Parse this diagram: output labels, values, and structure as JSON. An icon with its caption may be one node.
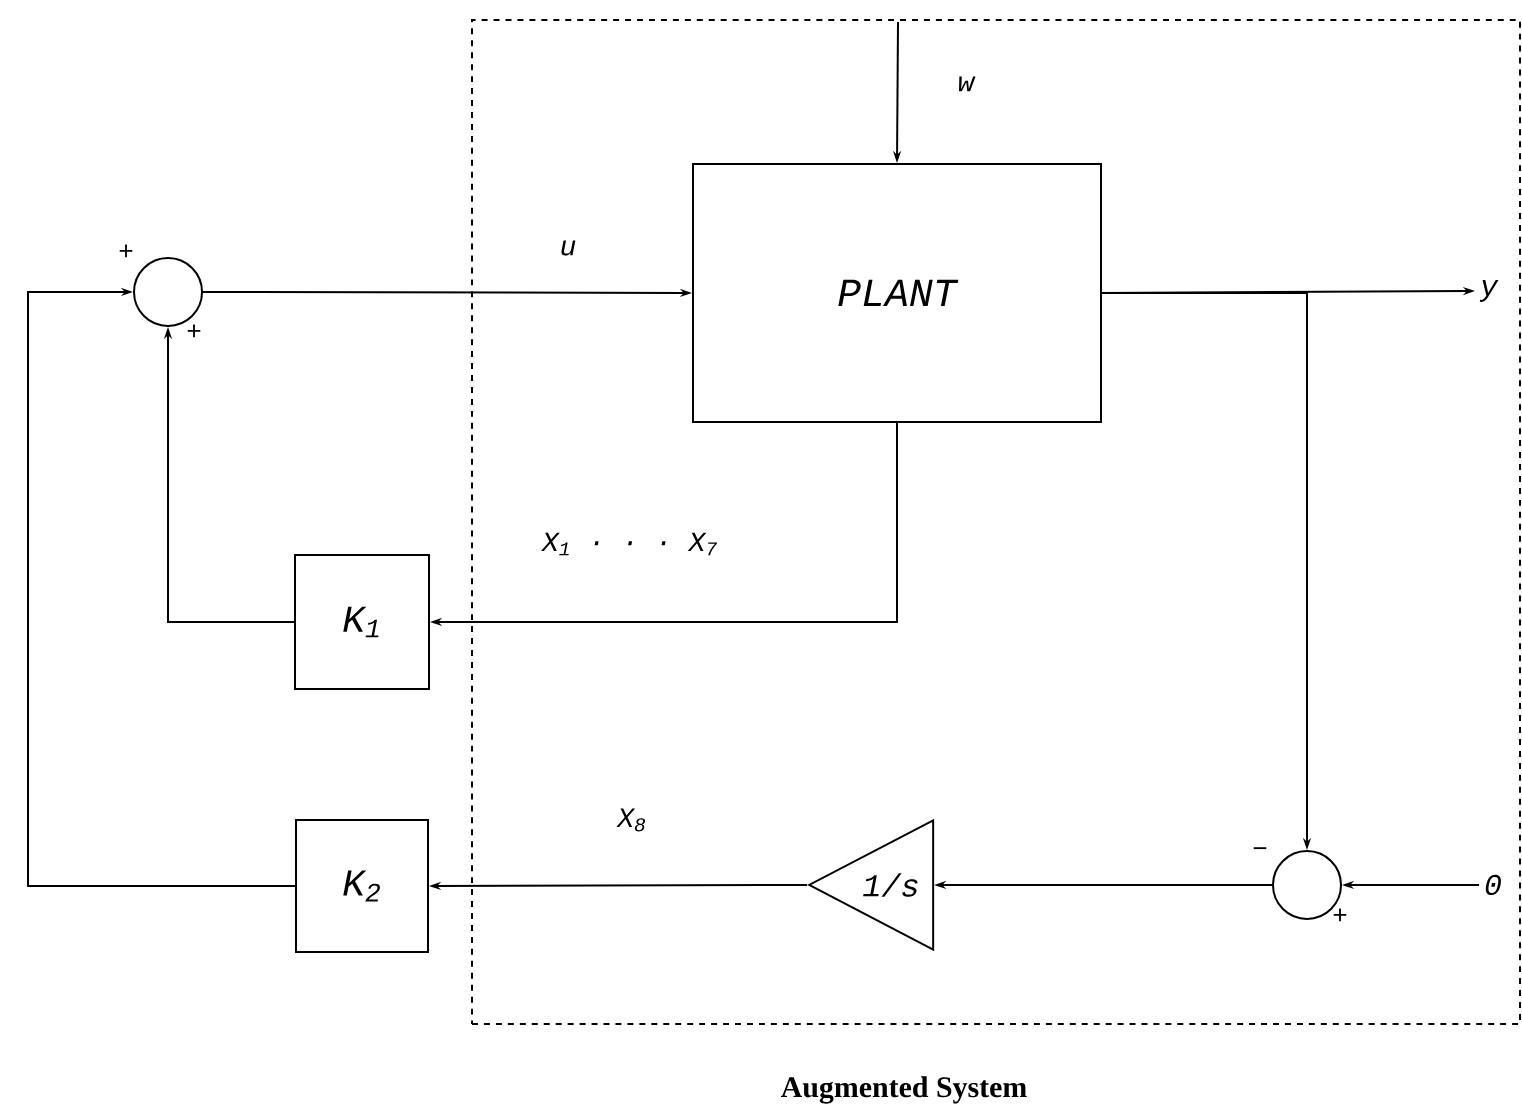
{
  "diagram": {
    "nodes": [
      {
        "text": [
          "Augmented System"
        ]
      },
      {
        "text": [],
        "shape": "circle",
        "beside": [
          "+",
          "+"
        ]
      },
      {
        "text": [
          "PLANT"
        ],
        "in": 0
      },
      {
        "text": [
          "y"
        ],
        "in": 0
      },
      {
        "text": [
          "K$_{1}$"
        ]
      },
      {
        "text": [
          "K$_{2}$"
        ]
      },
      {
        "text": [
          "1/s"
        ],
        "in": 0
      },
      {
        "text": [],
        "shape": "circle",
        "in": 0,
        "beside": [
          "−",
          "+"
        ]
      },
      {
        "text": [
          "0"
        ],
        "in": 0
      }
    ],
    "edges": [
      {
        "from": 1,
        "to": 2,
        "arrow": "to",
        "label": "u"
      },
      {
        "from": null,
        "to": 2,
        "arrow": "to",
        "label": "w"
      },
      {
        "from": 2,
        "to": 3,
        "arrow": "to"
      },
      {
        "from": 2,
        "to": 4,
        "arrow": "to",
        "label": "X$_{1}$ · · · X$_{7}$"
      },
      {
        "from": 4,
        "to": 1,
        "arrow": "to"
      },
      {
        "from": 2,
        "to": 7,
        "arrow": "to"
      },
      {
        "from": 8,
        "to": 7,
        "arrow": "to"
      },
      {
        "from": 7,
        "to": 6,
        "arrow": "to"
      },
      {
        "from": 6,
        "to": 5,
        "arrow": "to",
        "label": "X$_{8}$"
      },
      {
        "from": 5,
        "to": 1,
        "arrow": "to"
      }
    ]
  }
}
